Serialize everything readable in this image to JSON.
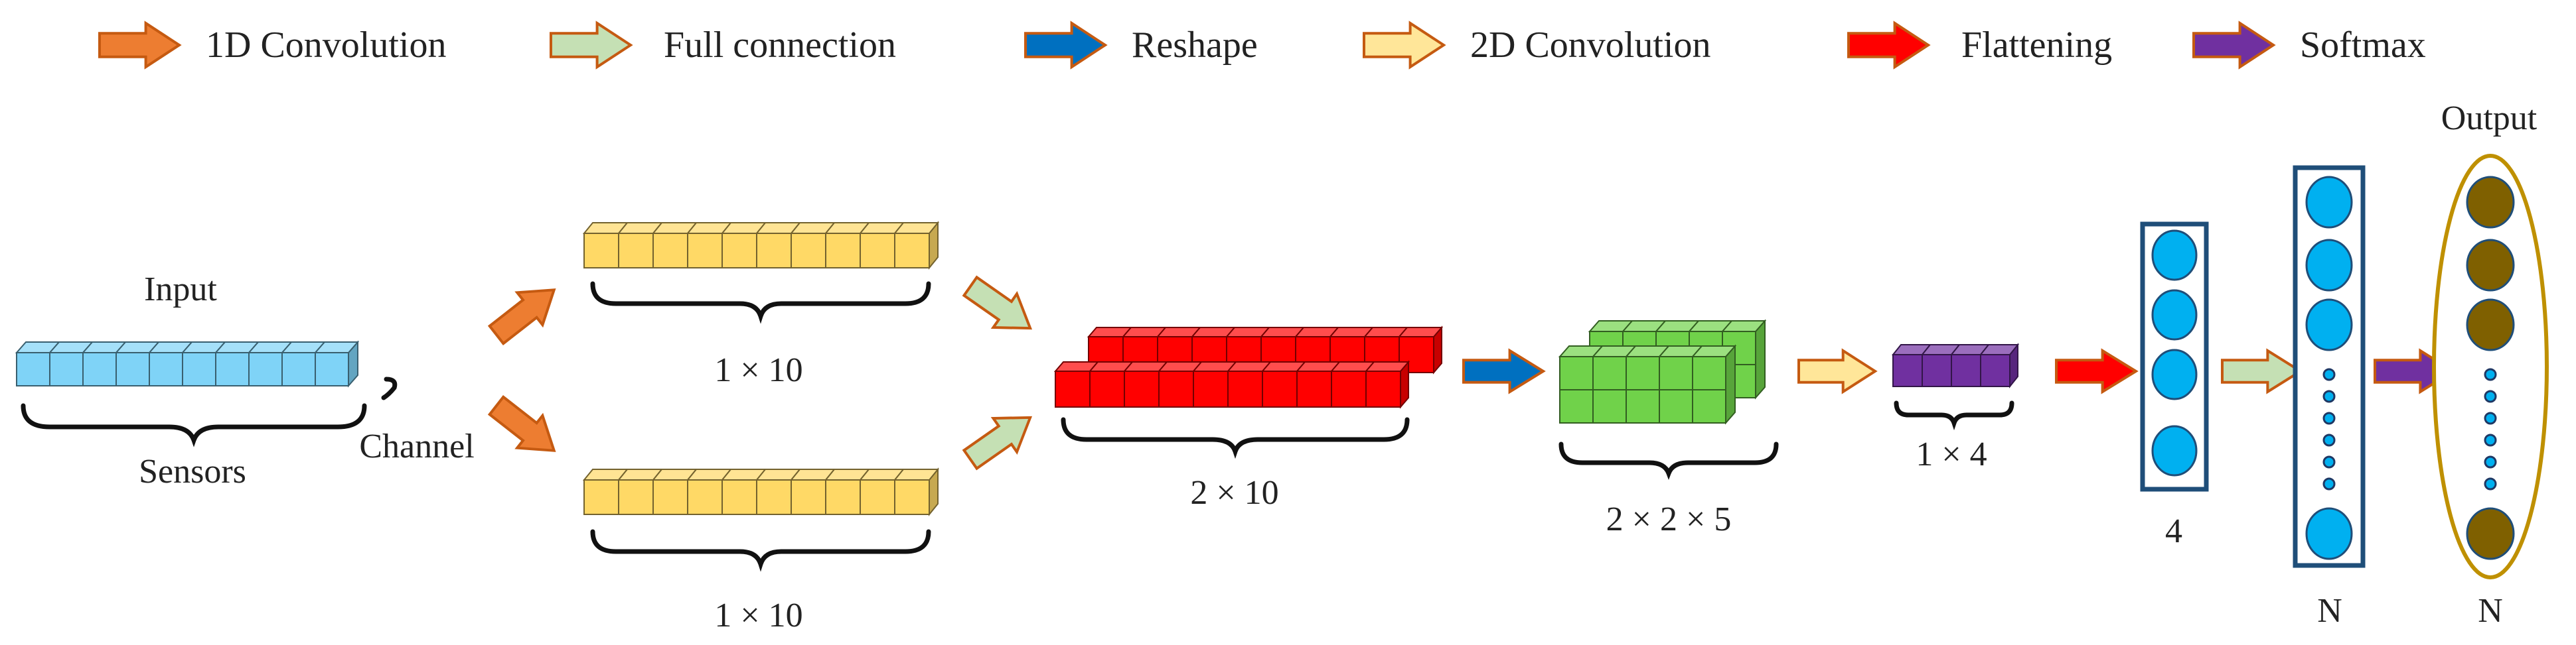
{
  "legend": [
    {
      "key": "conv1d",
      "label": "1D Convolution",
      "fill": "#ED7D31",
      "stroke": "#C55A11"
    },
    {
      "key": "fc",
      "label": "Full connection",
      "fill": "#C5E0B4",
      "stroke": "#C55A11"
    },
    {
      "key": "reshape",
      "label": "Reshape",
      "fill": "#0070C0",
      "stroke": "#C55A11"
    },
    {
      "key": "conv2d",
      "label": "2D Convolution",
      "fill": "#FFE699",
      "stroke": "#C55A11"
    },
    {
      "key": "flatten",
      "label": "Flattening",
      "fill": "#FF0000",
      "stroke": "#C55A11"
    },
    {
      "key": "softmax",
      "label": "Softmax",
      "fill": "#7030A0",
      "stroke": "#C55A11"
    }
  ],
  "labels": {
    "input": "Input",
    "sensors": "Sensors",
    "channel": "Channel",
    "conv_top_dim": "1 × 10",
    "conv_bottom_dim": "1 × 10",
    "merged_dim": "2 × 10",
    "reshaped_dim": "2 × 2 × 5",
    "conv2d_dim": "1 × 4",
    "layer4_count": "4",
    "hidden_count": "N",
    "output_count": "N",
    "output": "Output"
  },
  "colors": {
    "input_cells": "#7FD3F7",
    "conv1d_cells": "#FFD966",
    "merged_cells": "#FF0000",
    "reshape_cells": "#70D24A",
    "conv2d_cells": "#7030A0",
    "neuron": "#00B0F0",
    "output_neuron": "#7F6000",
    "dense_box": "#1F4E79",
    "output_ellipse": "#BF9000"
  }
}
